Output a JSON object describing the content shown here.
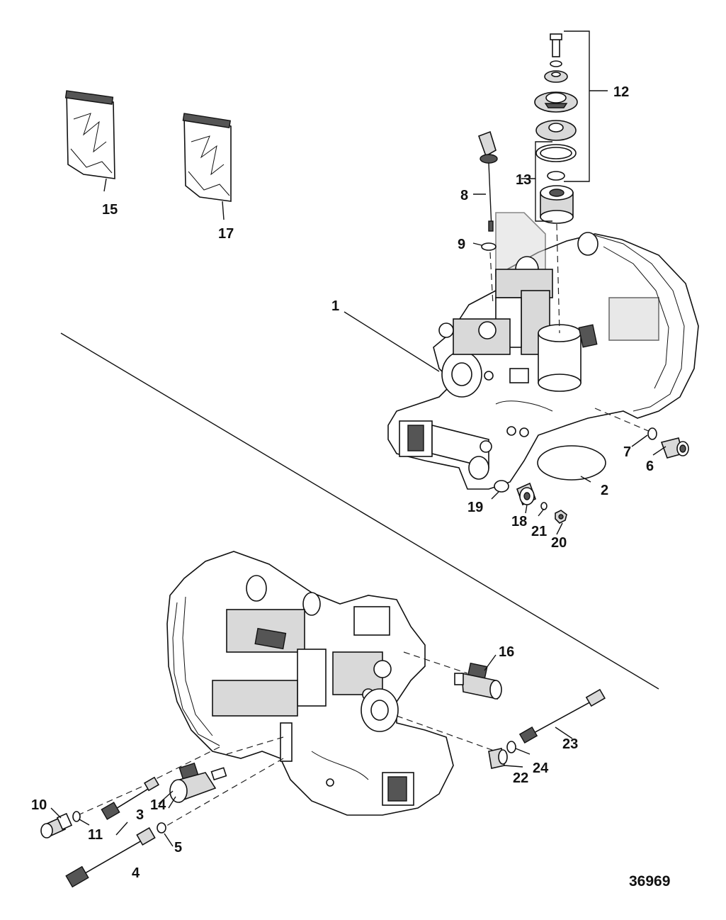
{
  "figure_id": "36969",
  "callouts": {
    "c1": "1",
    "c2": "2",
    "c3": "3",
    "c4": "4",
    "c5": "5",
    "c6": "6",
    "c7": "7",
    "c8": "8",
    "c9": "9",
    "c10": "10",
    "c11": "11",
    "c12": "12",
    "c13": "13",
    "c14": "14",
    "c15": "15",
    "c16": "16",
    "c17": "17",
    "c18": "18",
    "c19": "19",
    "c20": "20",
    "c21": "21",
    "c22": "22",
    "c23": "23",
    "c24": "24"
  }
}
